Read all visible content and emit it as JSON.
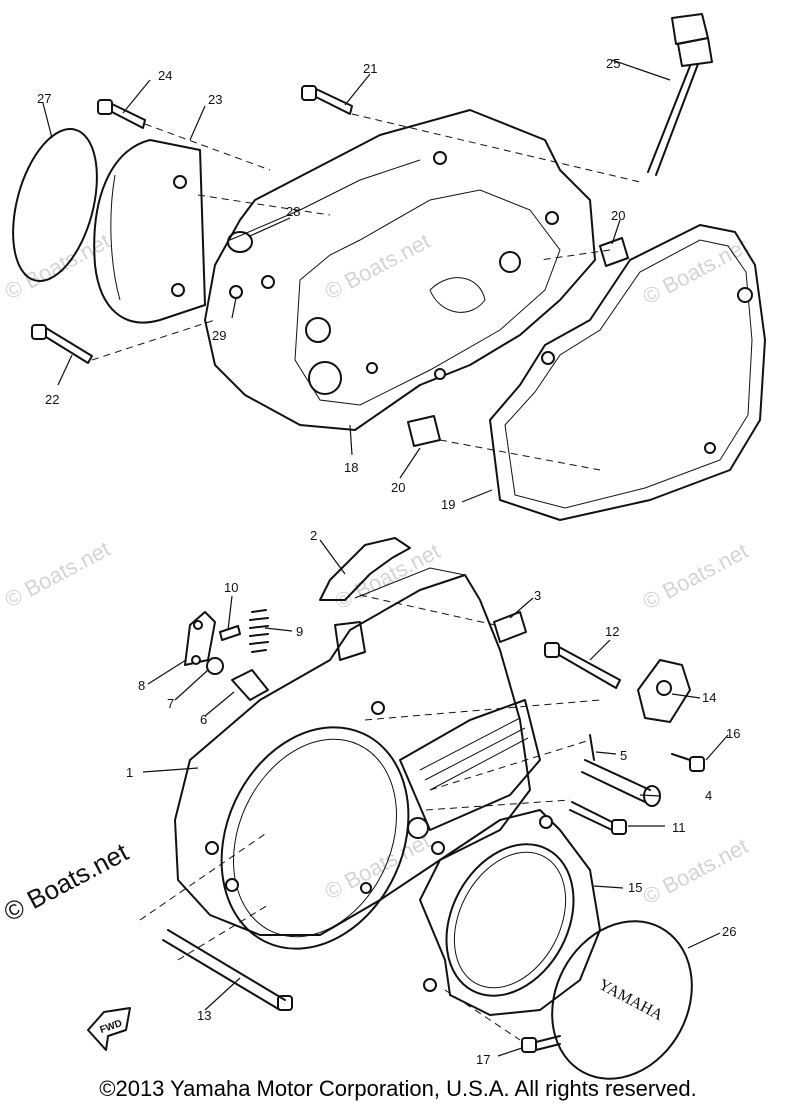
{
  "watermark": {
    "text": "© Boats.net",
    "large_text": "© Boats.net"
  },
  "fwd_label": "FWD",
  "cover_logo": "YAMAHA",
  "callouts": {
    "c1": "1",
    "c2": "2",
    "c3": "3",
    "c4": "4",
    "c5": "5",
    "c6": "6",
    "c7": "7",
    "c8": "8",
    "c9": "9",
    "c10": "10",
    "c11": "11",
    "c12": "12",
    "c13": "13",
    "c14": "14",
    "c15": "15",
    "c16": "16",
    "c17": "17",
    "c18": "18",
    "c19": "19",
    "c20a": "20",
    "c20b": "20",
    "c21": "21",
    "c22": "22",
    "c23": "23",
    "c24": "24",
    "c25": "25",
    "c26": "26",
    "c27": "27",
    "c28": "28",
    "c29": "29"
  },
  "copyright": "©2013 Yamaha Motor Corporation, U.S.A. All rights reserved."
}
